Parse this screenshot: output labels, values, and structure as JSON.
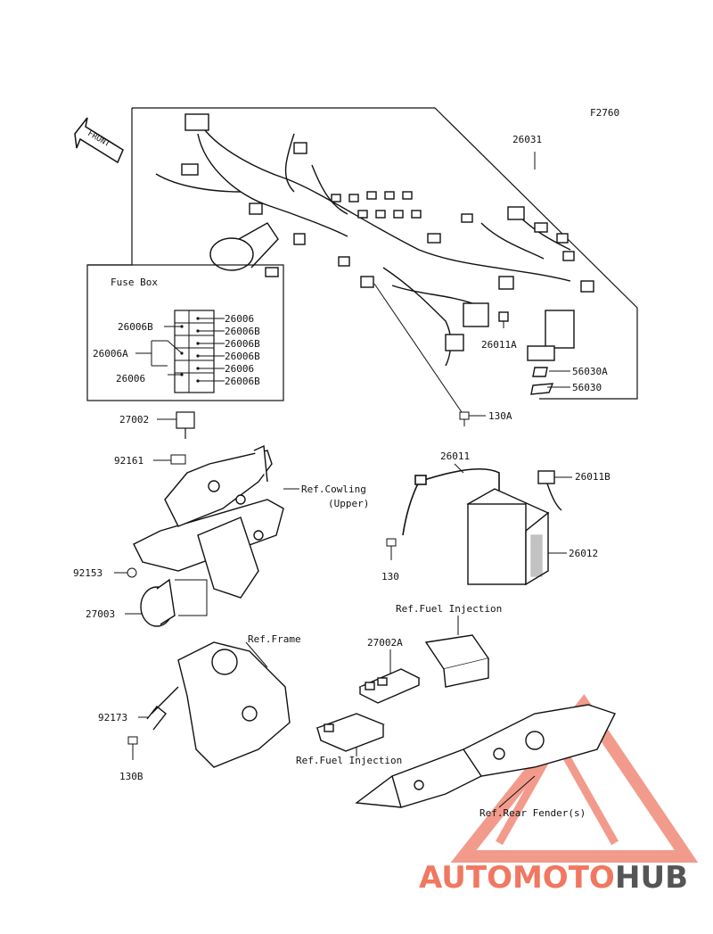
{
  "figure_code": "F2760",
  "front_label": "FRONT",
  "fuse_box": {
    "title": "Fuse Box",
    "left_labels": [
      "26006B",
      "26006A",
      "26006"
    ],
    "right_labels": [
      "26006",
      "26006B",
      "26006B",
      "26006B",
      "26006",
      "26006B"
    ]
  },
  "parts": {
    "p26031": "26031",
    "p26011A": "26011A",
    "p56030A": "56030A",
    "p56030": "56030",
    "p130A": "130A",
    "p27002": "27002",
    "p92161": "92161",
    "p26011": "26011",
    "p26011B": "26011B",
    "p26012": "26012",
    "p130": "130",
    "p92153": "92153",
    "p27003": "27003",
    "p27002A": "27002A",
    "p92173": "92173",
    "p130B": "130B"
  },
  "refs": {
    "cowling_1": "Ref.Cowling",
    "cowling_2": "(Upper)",
    "fuel_injection_top": "Ref.Fuel Injection",
    "frame": "Ref.Frame",
    "fuel_injection_bottom": "Ref.Fuel Injection",
    "rear_fender": "Ref.Rear Fender(s)"
  },
  "watermark": {
    "part1": "AUTOMOTO",
    "part2": "HUB",
    "colors": {
      "accent": "#f07860",
      "dark": "#555555"
    }
  }
}
